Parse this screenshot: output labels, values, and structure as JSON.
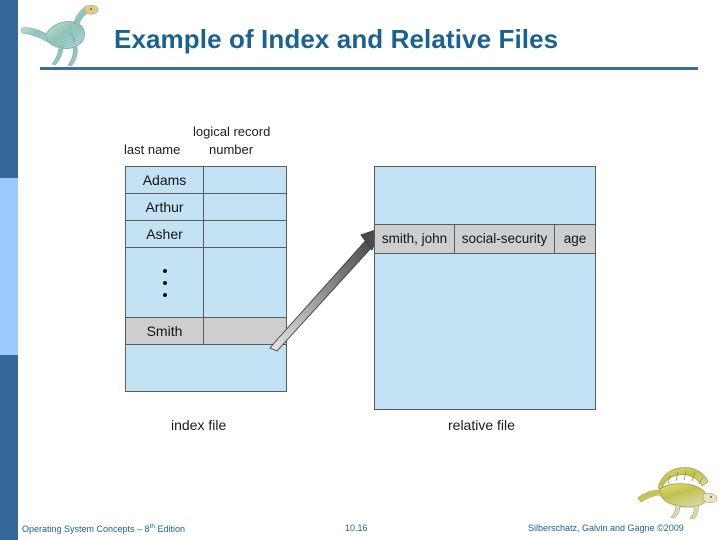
{
  "slide": {
    "title": "Example of Index and Relative Files",
    "title_color": "#1a628f",
    "rule_color": "#3b6f98",
    "background": "#ffffff"
  },
  "left_band": {
    "top_color": "#34679a",
    "middle_color": "#9bcbfb",
    "bottom_color": "#34679a"
  },
  "logos": {
    "top_left": "gallimimus-dinosaur-logo",
    "bottom_right": "spinosaurus-dinosaur-logo"
  },
  "diagram": {
    "index_file": {
      "caption": "index file",
      "column_headers": {
        "left": "last name",
        "right_line1": "logical record",
        "right_line2": "number"
      },
      "rows": [
        {
          "name": "Adams",
          "number": "",
          "highlight": false,
          "type": "data"
        },
        {
          "name": "Arthur",
          "number": "",
          "highlight": false,
          "type": "data"
        },
        {
          "name": "Asher",
          "number": "",
          "highlight": false,
          "type": "data"
        },
        {
          "name": "",
          "number": "",
          "highlight": false,
          "type": "dots"
        },
        {
          "name": "Smith",
          "number": "",
          "highlight": true,
          "type": "data"
        },
        {
          "name": "",
          "number": "",
          "highlight": false,
          "type": "blank"
        }
      ],
      "fill_color": "#c3e3f5",
      "highlight_color": "#cecece",
      "border_color": "#555f63"
    },
    "relative_file": {
      "caption": "relative file",
      "record": {
        "fields": [
          "smith, john",
          "social-security",
          "age"
        ]
      },
      "fill_color": "#c3e3f5",
      "highlight_color": "#cecece",
      "border_color": "#555f63"
    },
    "arrow": {
      "label": "index-to-record-pointer",
      "color": "#5a5a5a",
      "direction": "from Smith index entry to smith, john relative record"
    }
  },
  "footer": {
    "left_prefix": "Operating System Concepts – 8",
    "left_sup": "th",
    "left_suffix": " Edition",
    "page_number": "10.16",
    "right": "Silberschatz, Galvin and Gagne ©2009",
    "color": "#1a628f"
  }
}
